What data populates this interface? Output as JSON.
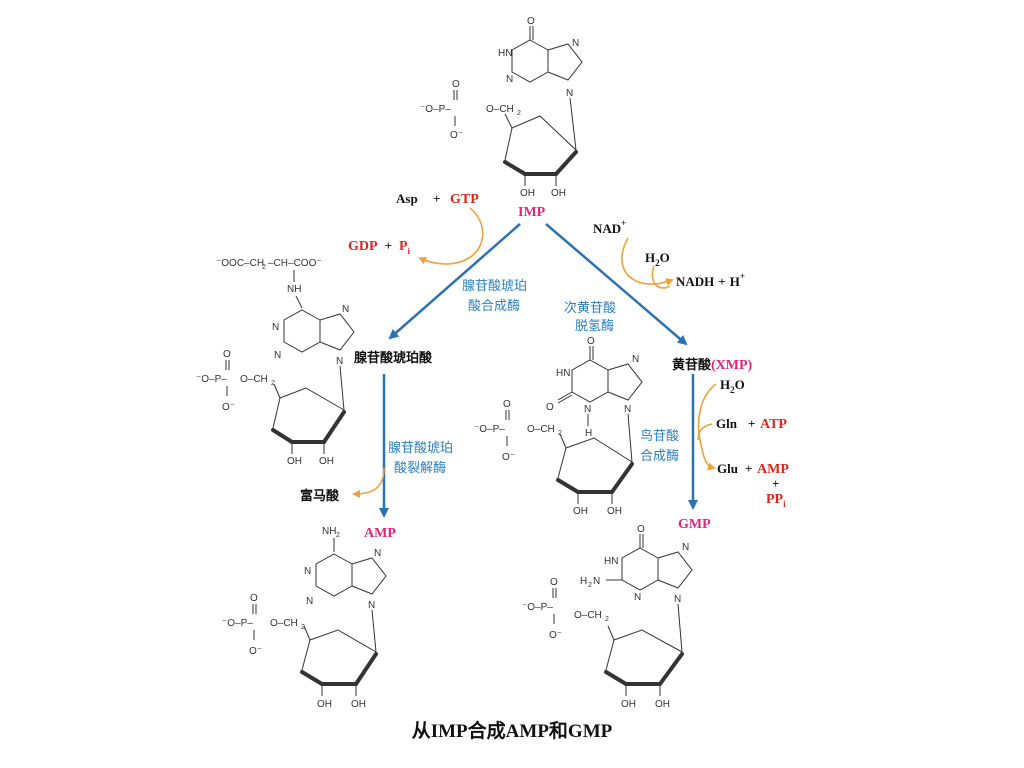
{
  "title": "从IMP合成AMP和GMP",
  "metabolites": {
    "imp": "IMP",
    "adenylosuccinate": "腺苷酸琥珀酸",
    "xmp_prefix": "黄苷酸",
    "xmp": "(XMP)",
    "amp": "AMP",
    "gmp": "GMP",
    "fumarate": "富马酸"
  },
  "enzymes": {
    "adss_line1": "腺苷酸琥珀",
    "adss_line2": "酸合成酶",
    "impdh_line1": "次黄苷酸",
    "impdh_line2": "脱氢酶",
    "adsl_line1": "腺苷酸琥珀",
    "adsl_line2": "酸裂解酶",
    "gmps_line1": "鸟苷酸",
    "gmps_line2": "合成酶"
  },
  "cofactors": {
    "asp": "Asp",
    "plus1": "+",
    "gtp": "GTP",
    "gdp": "GDP",
    "plus2": "+",
    "pi": "P",
    "pi_sub": "i",
    "nad": "NAD",
    "nad_sup": "+",
    "h2o_a": "H",
    "h2o_a_sub": "2",
    "h2o_a_o": "O",
    "nadh": "NADH",
    "plus3": "+",
    "h_plus": "H",
    "h_plus_sup": "+",
    "h2o_b": "H",
    "h2o_b_sub": "2",
    "h2o_b_o": "O",
    "gln": "Gln",
    "plus4": "+",
    "atp": "ATP",
    "glu": "Glu",
    "plus5": "+",
    "amp_side": "AMP",
    "plus6": "+",
    "ppi": "PP",
    "ppi_sub": "i"
  },
  "colors": {
    "main_arrow": "#2d73b3",
    "side_arrow": "#f0a23a",
    "enzyme_text": "#2a7fc6",
    "red": "#e0231b",
    "magenta": "#e0247c"
  }
}
